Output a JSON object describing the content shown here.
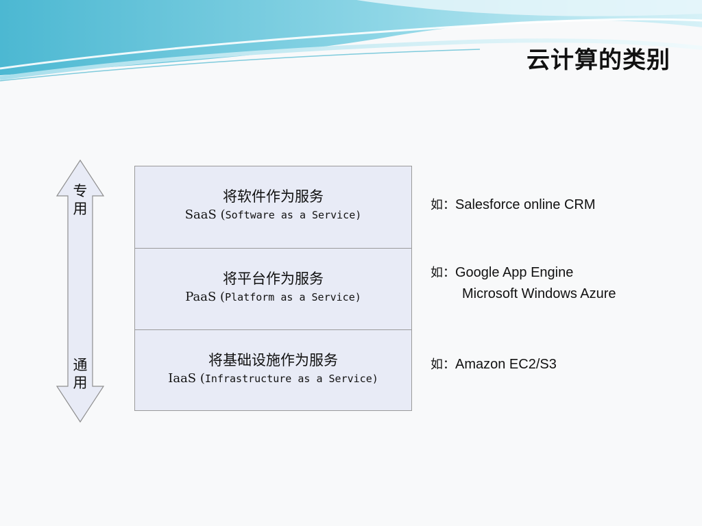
{
  "slide": {
    "title": "云计算的类别"
  },
  "arrow": {
    "top_label": [
      "专",
      "用"
    ],
    "bottom_label": [
      "通",
      "用"
    ]
  },
  "layers": [
    {
      "cn": "将软件作为服务",
      "abbr": "SaaS (",
      "en": "Software as a Service)"
    },
    {
      "cn": "将平台作为服务",
      "abbr": "PaaS (",
      "en": "Platform as a Service)"
    },
    {
      "cn": "将基础设施作为服务",
      "abbr": "IaaS (",
      "en": "Infrastructure as a Service)"
    }
  ],
  "examples": [
    {
      "prefix": "如：",
      "lines": [
        "Salesforce online CRM"
      ]
    },
    {
      "prefix": "如：",
      "lines": [
        "Google App Engine",
        "Microsoft Windows Azure"
      ]
    },
    {
      "prefix": "如：",
      "lines": [
        "Amazon EC2/S3"
      ]
    }
  ],
  "colors": {
    "box_fill": "#e8ebf6",
    "wave_primary": "#5bc3d9",
    "wave_light": "#bfe8f1"
  }
}
